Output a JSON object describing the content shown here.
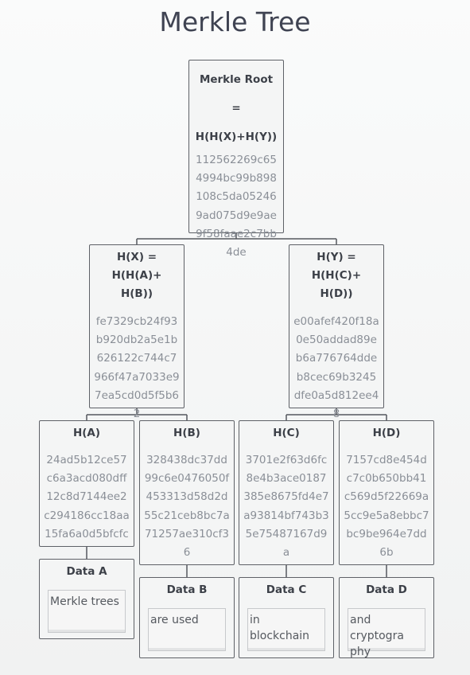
{
  "title": "Merkle Tree",
  "root": {
    "label": "Merkle Root\n= H(H(X)+H(Y))",
    "hash": "112562269c65\n4994bc99b898\n108c5da05246\n9ad075d9e9ae\n9f58faae2c7bb\n4de"
  },
  "level1": [
    {
      "label": "H(X) = H(H(A)+\nH(B))",
      "hash": "fe7329cb24f93\nb920db2a5e1b\n626122c744c7\n966f47a7033e9\n7ea5cd0d5f5b6\n2"
    },
    {
      "label": "H(Y) = H(H(C)+\nH(D))",
      "hash": "e00afef420f18a\n0e50addad89e\nb6a776764dde\nb8cec69b3245\ndfe0a5d812ee4\n8"
    }
  ],
  "leaves": [
    {
      "label": "H(A)",
      "hash": "24ad5b12ce57\nc6a3acd080dff\n12c8d7144ee2\nc294186cc18aa\n15fa6a0d5bfcfc"
    },
    {
      "label": "H(B)",
      "hash": "328438dc37dd\n99c6e0476050f\n453313d58d2d\n55c21ceb8bc7a\n71257ae310cf3\n6"
    },
    {
      "label": "H(C)",
      "hash": "3701e2f63d6fc\n8e4b3ace0187\n385e8675fd4e7\na93814bf743b3\n5e75487167d9\na"
    },
    {
      "label": "H(D)",
      "hash": "7157cd8e454d\nc7c0b650bb41\nc569d5f22669a\n5cc9e5a8ebbc7\nbc9be964e7dd\n6b"
    }
  ],
  "data_blocks": [
    {
      "label": "Data A",
      "value": "Merkle trees"
    },
    {
      "label": "Data B",
      "value": "are used"
    },
    {
      "label": "Data C",
      "value": "in blockchain"
    },
    {
      "label": "Data D",
      "value": "and cryptogra\nphy"
    }
  ]
}
